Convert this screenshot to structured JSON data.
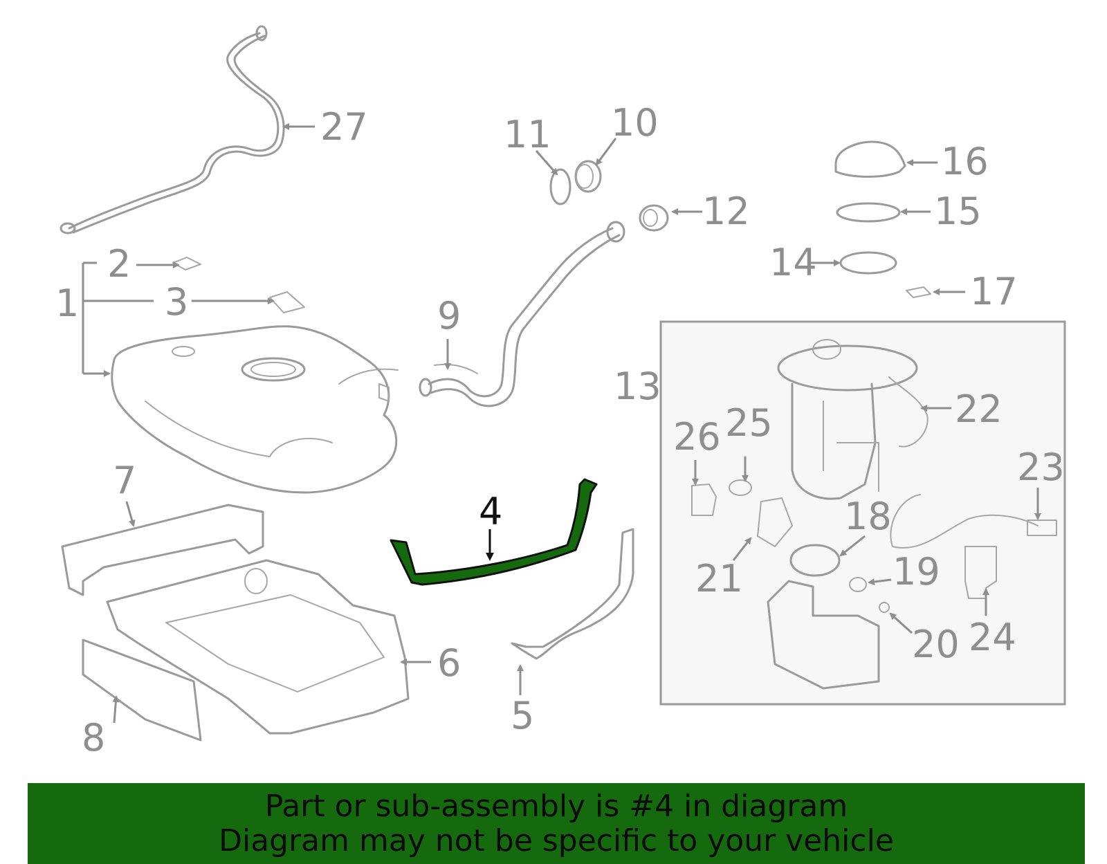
{
  "diagram": {
    "callouts": [
      "1",
      "2",
      "3",
      "4",
      "5",
      "6",
      "7",
      "8",
      "9",
      "10",
      "11",
      "12",
      "13",
      "14",
      "15",
      "16",
      "17",
      "18",
      "19",
      "20",
      "21",
      "22",
      "23",
      "24",
      "25",
      "26",
      "27"
    ],
    "highlight_callout": "4",
    "highlight_color": "#156a0e",
    "line_color": "#9a9a9a"
  },
  "banner": {
    "line1": "Part or sub-assembly is #4 in diagram",
    "line2": "Diagram may not be specific to your vehicle",
    "background": "#156a0e"
  }
}
